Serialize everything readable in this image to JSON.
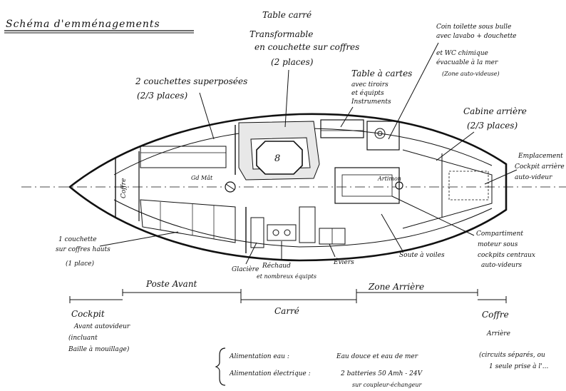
{
  "title": "Schéma d'emménagements",
  "labels": {
    "table_care": [
      "Table carré",
      "Transformable",
      "en couchette sur coffres",
      "(2 places)"
    ],
    "couchettes_sup": [
      "2 couchettes superposées",
      "(2/3 places)"
    ],
    "table_cartes": [
      "Table à cartes",
      "avec tiroirs",
      "et équipts",
      "Instruments"
    ],
    "coin_toilette": [
      "Coin toilette sous bulle",
      "avec lavabo + douchette",
      "et WC chimique",
      "évacuable à la mer",
      "(Zone auto-videuse)"
    ],
    "cabine_arriere": [
      "Cabine arrière",
      "(2/3 places)"
    ],
    "emplacement": [
      "Emplacement",
      "Cockpit arrière",
      "auto-videur"
    ],
    "couchette_avant": [
      "1 couchette",
      "sur coffres hauts",
      "(1 place)"
    ],
    "compartiment": [
      "Compartiment",
      "moteur sous",
      "cockpits centraux",
      "auto-videurs"
    ],
    "soute": "Soute à voiles",
    "glaciere": "Glacière",
    "rechaud": [
      "Réchaud",
      "et nombreux équipts"
    ],
    "eviers": "Éviers",
    "coffre_bow": "Coffre",
    "gd_mat": "Gd Mât",
    "artimon": "Artimon",
    "table_number": "8"
  },
  "zones": {
    "poste_avant": "Poste Avant",
    "carre": "Carré",
    "zone_arriere": "Zone Arrière"
  },
  "bottom": {
    "cockpit_avant": [
      "Cockpit",
      "Avant autovideur",
      "(incluant",
      "Baille à mouillage)"
    ],
    "coffre_arriere": [
      "Coffre",
      "Arrière"
    ],
    "alim_eau_label": "Alimentation eau :",
    "alim_eau_value": "Eau douce et eau de mer",
    "alim_elec_label": "Alimentation électrique :",
    "alim_elec_value": "2 batteries 50 Amh - 24V",
    "alim_elec_sub": "sur coupleur-échangeur",
    "circuits_note": [
      "(circuits séparés, ou",
      "1 seule prise à l'..."
    ]
  }
}
